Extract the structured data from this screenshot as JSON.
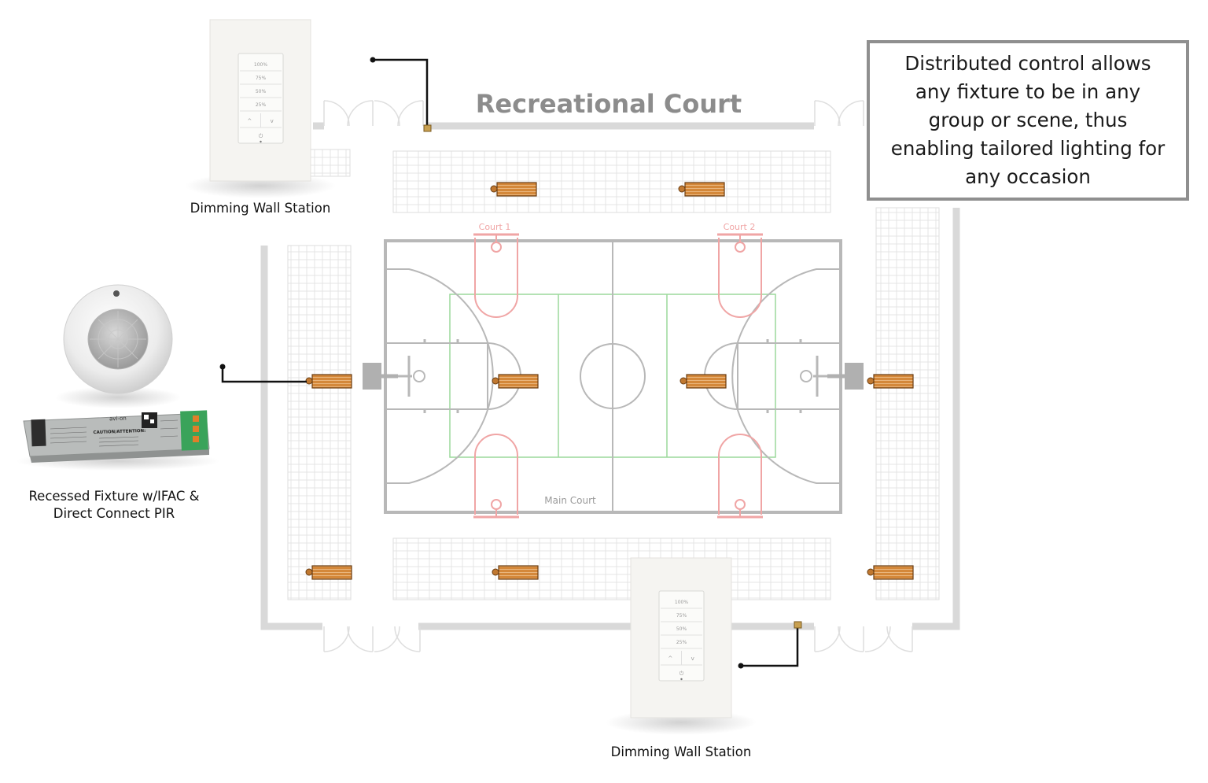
{
  "diagram": {
    "title": "Recreational Court",
    "main_court_label": "Main Court",
    "court_1_label": "Court 1",
    "court_2_label": "Court 2",
    "callout_text": "Distributed control allows any fixture to be in any group or scene, thus enabling tailored lighting for any occasion",
    "top_wall_station_caption": "Dimming Wall Station",
    "bottom_wall_station_caption": "Dimming Wall Station",
    "fixture_caption_line1": "Recessed Fixture w/IFAC &",
    "fixture_caption_line2": "Direct Connect PIR",
    "wall_station_buttons": [
      "100%",
      "75%",
      "50%",
      "25%"
    ],
    "wall_station_arrows": [
      "^",
      "v"
    ],
    "wall_station_power_symbol": "⏻",
    "controller_heading": "CAUTION/ATTENTION:",
    "controller_brand": "avi-on",
    "colors": {
      "fixture_fill": "#d4883a",
      "fixture_node": "#c07830",
      "court_line": "#b8b8b8",
      "key_line": "#f0a5a5",
      "green_line": "#9bd99b",
      "wall_gray": "#d4d4d4",
      "callout_border": "#8f8f8f",
      "title_gray": "#8c8c8c"
    }
  }
}
